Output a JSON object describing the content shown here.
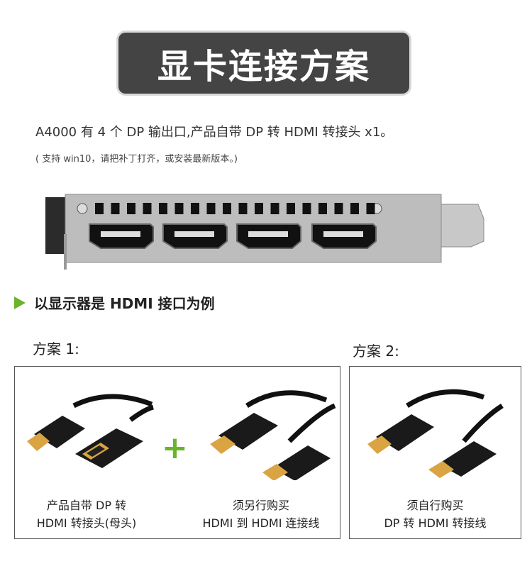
{
  "title": "显卡连接方案",
  "description": "A4000 有 4 个 DP 输出口,产品自带 DP 转 HDMI 转接头 x1。",
  "note": "( 支持 win10，请把补丁打齐，或安装最新版本。)",
  "section_heading": "以显示器是 HDMI 接口为例",
  "plan1": {
    "label": "方案 1:",
    "item1_caption": [
      "产品自带 DP 转",
      "HDMI 转接头(母头)"
    ],
    "item2_caption": [
      "须另行购买",
      "HDMI 到 HDMI 连接线"
    ]
  },
  "plan2": {
    "label": "方案 2:",
    "item_caption": [
      "须自行购买",
      "DP 转 HDMI 转接线"
    ]
  },
  "plus_symbol": "+",
  "colors": {
    "accent_green": "#6ab42d",
    "banner": "#444444",
    "connector_gold": "#d9a441"
  },
  "icons": [
    "green-triangle-icon",
    "plus-icon",
    "gpu-bracket-image",
    "dp-adapter-image",
    "hdmi-cable-image",
    "dp-hdmi-cable-image"
  ]
}
